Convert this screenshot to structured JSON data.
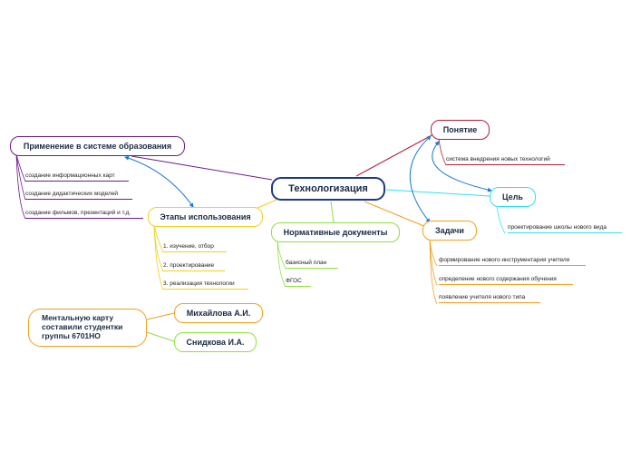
{
  "central": "Технологизация",
  "nodes": {
    "application": "Применение в системе образования",
    "stages": "Этапы использования",
    "normative": "Нормативные документы",
    "concept": "Понятие",
    "goal": "Цель",
    "tasks": "Задачи",
    "author1": "Михайлова А.И.",
    "author2": "Снидкова И.А."
  },
  "leaves": {
    "application": [
      "создание информационных карт",
      "создание дидактических моделей",
      "создание фильмов, презентаций и т.д."
    ],
    "stages": [
      "1. изучение, отбор",
      "2. проектирование",
      "3. реализация технологии"
    ],
    "normative": [
      "базисный план",
      "ФГОС"
    ],
    "concept": [
      "система внедрения новых технологий"
    ],
    "goal": [
      "проектирование школы нового вида"
    ],
    "tasks": [
      "формирование нового инструментария учителя",
      "определение нового содержания обучения",
      "появление учителя нового типа"
    ]
  },
  "note": "Ментальную карту составили студентки группы 6701НО",
  "colors": {
    "central": "#1a3a8a",
    "application": "#6a1f8a",
    "stages": "#f0d020",
    "normative": "#90e040",
    "concept": "#b0203a",
    "goal": "#30e0f0",
    "tasks": "#f0a020",
    "author2": "#90e040",
    "cross_link": "#1a7ad8"
  }
}
